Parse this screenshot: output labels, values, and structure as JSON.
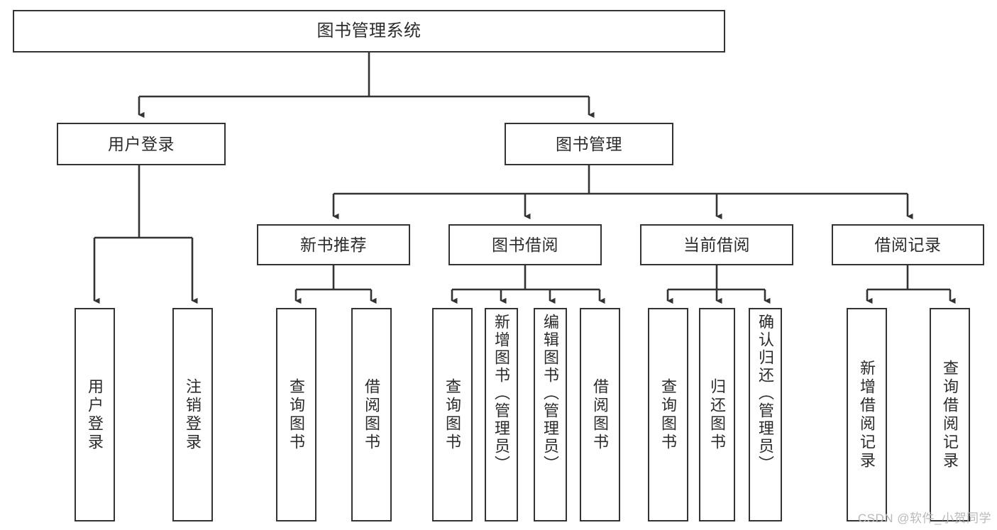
{
  "diagram": {
    "title": "图书管理系统",
    "watermark": "CSDN @软件_小贺同学",
    "levels": {
      "root": "图书管理系统",
      "level2": [
        "用户登录",
        "图书管理"
      ],
      "level3": [
        "新书推荐",
        "图书借阅",
        "当前借阅",
        "借阅记录"
      ]
    },
    "nodes": {
      "root": {
        "label": "图书管理系统"
      },
      "user_login": {
        "label": "用户登录"
      },
      "book_manage": {
        "label": "图书管理"
      },
      "new_book_rec": {
        "label": "新书推荐"
      },
      "book_borrow": {
        "label": "图书借阅"
      },
      "current_borrow": {
        "label": "当前借阅"
      },
      "borrow_record": {
        "label": "借阅记录"
      },
      "leaf_user_login": {
        "label": "用户登录"
      },
      "leaf_logout": {
        "label": "注销登录"
      },
      "leaf_query_book_1": {
        "label": "查询图书"
      },
      "leaf_borrow_book_1": {
        "label": "借阅图书"
      },
      "leaf_query_book_2": {
        "label": "查询图书"
      },
      "leaf_add_book": {
        "label": "新增图书（管理员）"
      },
      "leaf_edit_book": {
        "label": "编辑图书（管理员）"
      },
      "leaf_borrow_book_2": {
        "label": "借阅图书"
      },
      "leaf_query_book_3": {
        "label": "查询图书"
      },
      "leaf_return_book": {
        "label": "归还图书"
      },
      "leaf_confirm_return": {
        "label": "确认归还（管理员）"
      },
      "leaf_add_record": {
        "label": "新增借阅记录"
      },
      "leaf_query_record": {
        "label": "查询借阅记录"
      }
    }
  }
}
